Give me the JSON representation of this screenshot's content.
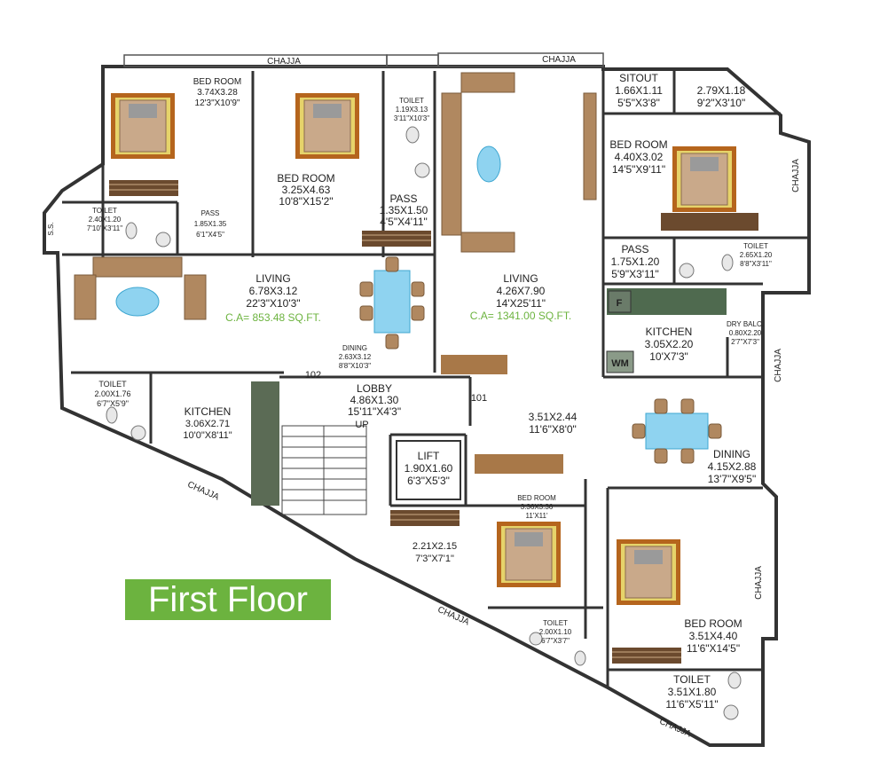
{
  "title": "First Floor",
  "colors": {
    "banner": "#6cb33f",
    "carpet_area": "#6cb33f",
    "wall": "#333333",
    "bed": "#c9a98a",
    "sofa": "#b08860",
    "table": "#8fd3f0"
  },
  "chajja_labels": [
    "CHAJJA",
    "CHAJJA",
    "CHAJJA",
    "CHAJJA",
    "CHAJJA",
    "CHAJJA",
    "CHAJJA",
    "CHAJJA"
  ],
  "ss_label": "S.S.",
  "lift": {
    "name": "LIFT",
    "size": "1.90X1.60",
    "ft": "6'3\"X5'3\""
  },
  "lobby": {
    "name": "LOBBY",
    "size": "4.86X1.30",
    "ft": "15'11\"X4'3\"",
    "up": "UP"
  },
  "flat_numbers": [
    "102",
    "101"
  ],
  "rooms": [
    {
      "name": "BED ROOM",
      "size": "3.74X3.28",
      "ft": "12'3\"X10'9\""
    },
    {
      "name": "BED ROOM",
      "size": "3.25X4.63",
      "ft": "10'8\"X15'2\""
    },
    {
      "name": "TOILET",
      "size": "1.19X3.13",
      "ft": "3'11\"X10'3\""
    },
    {
      "name": "PASS",
      "size": "1.35X1.50",
      "ft": "4'5\"X4'11\""
    },
    {
      "name": "TOILET",
      "size": "2.40X1.20",
      "ft": "7'10\"X3'11\""
    },
    {
      "name": "PASS",
      "size": "1.85X1.35",
      "ft": "6'1\"X4'5\""
    },
    {
      "name": "LIVING",
      "size": "6.78X3.12",
      "ft": "22'3\"X10'3\""
    },
    {
      "name": "DINING",
      "size": "2.63X3.12",
      "ft": "8'8\"X10'3\""
    },
    {
      "name": "TOILET",
      "size": "2.00X1.76",
      "ft": "6'7\"X5'9\""
    },
    {
      "name": "KITCHEN",
      "size": "3.06X2.71",
      "ft": "10'0\"X8'11\""
    },
    {
      "name": "LIVING",
      "size": "4.26X7.90",
      "ft": "14'X25'11\""
    },
    {
      "name": "SITOUT",
      "size": "1.66X1.11",
      "ft": "5'5\"X3'8\""
    },
    {
      "name": "",
      "size": "2.79X1.18",
      "ft": "9'2\"X3'10\""
    },
    {
      "name": "BED ROOM",
      "size": "4.40X3.02",
      "ft": "14'5\"X9'11\""
    },
    {
      "name": "PASS",
      "size": "1.75X1.20",
      "ft": "5'9\"X3'11\""
    },
    {
      "name": "TOILET",
      "size": "2.65X1.20",
      "ft": "8'8\"X3'11\""
    },
    {
      "name": "KITCHEN",
      "size": "3.05X2.20",
      "ft": "10'X7'3\""
    },
    {
      "name": "DRY BALC.",
      "size": "0.80X2.20",
      "ft": "2'7\"X7'3\""
    },
    {
      "name": "",
      "size": "3.51X2.44",
      "ft": "11'6\"X8'0\""
    },
    {
      "name": "DINING",
      "size": "4.15X2.88",
      "ft": "13'7\"X9'5\""
    },
    {
      "name": "BED ROOM",
      "size": "3.36X3.36",
      "ft": "11'X11'"
    },
    {
      "name": "",
      "size": "2.21X2.15",
      "ft": "7'3\"X7'1\""
    },
    {
      "name": "TOILET",
      "size": "2.00X1.10",
      "ft": "6'7\"X3'7\""
    },
    {
      "name": "BED ROOM",
      "size": "3.51X4.40",
      "ft": "11'6\"X14'5\""
    },
    {
      "name": "TOILET",
      "size": "3.51X1.80",
      "ft": "11'6\"X5'11\""
    }
  ],
  "carpet_areas": [
    "C.A= 853.48 SQ.FT.",
    "C.A= 1341.00 SQ.FT."
  ],
  "fixtures": {
    "fridge": "F",
    "washing_machine": "WM"
  }
}
